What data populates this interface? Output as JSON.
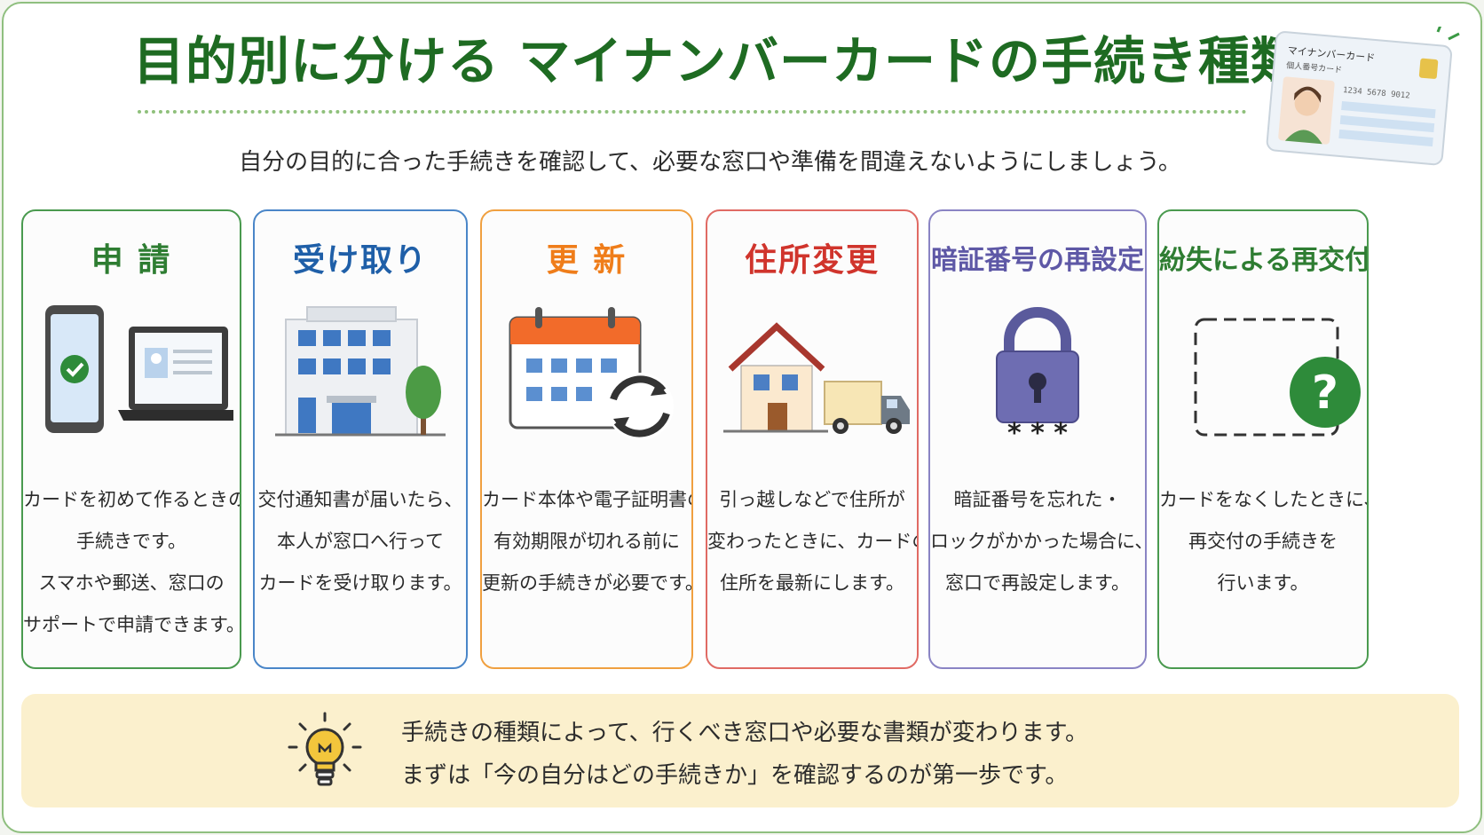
{
  "header": {
    "title": "目的別に分ける マイナンバーカードの手続き種類",
    "subtitle": "自分の目的に合った手続きを確認して、必要な窓口や準備を間違えないようにしましょう。"
  },
  "id_card_illustration": {
    "card_label": "マイナンバーカード",
    "number_label": "個人番号カード",
    "number_text": "1234 5678 9012"
  },
  "cards": [
    {
      "title": "申 請",
      "color": "#2e7d32",
      "icon": "phone-laptop-icon",
      "lines": [
        "カードを初めて作るときの",
        "手続きです。",
        "スマホや郵送、窓口の",
        "サポートで申請できます。"
      ]
    },
    {
      "title": "受け取り",
      "color": "#1f5fa8",
      "icon": "building-icon",
      "lines": [
        "交付通知書が届いたら、",
        "本人が窓口へ行って",
        "カードを受け取ります。"
      ]
    },
    {
      "title": "更 新",
      "color": "#ef7d1a",
      "icon": "calendar-refresh-icon",
      "lines": [
        "カード本体や電子証明書の",
        "有効期限が切れる前に",
        "更新の手続きが必要です。"
      ]
    },
    {
      "title": "住所変更",
      "color": "#d0342c",
      "icon": "house-truck-icon",
      "lines": [
        "引っ越しなどで住所が",
        "変わったときに、カードの",
        "住所を最新にします。"
      ]
    },
    {
      "title": "暗証番号の再設定",
      "color": "#5e58a6",
      "icon": "padlock-icon",
      "lines": [
        "暗証番号を忘れた・",
        "ロックがかかった場合に、",
        "窓口で再設定します。"
      ]
    },
    {
      "title": "紛失による再交付",
      "color": "#2e7d32",
      "icon": "lost-card-icon",
      "lines": [
        "カードをなくしたときに、",
        "再交付の手続きを",
        "行います。"
      ]
    }
  ],
  "tip": {
    "icon": "lightbulb-icon",
    "line1": "手続きの種類によって、行くべき窓口や必要な書類が変わります。",
    "line2": "まずは「今の自分はどの手続きか」を確認するのが第一歩です。"
  },
  "colors": {
    "title_green": "#1e6b22",
    "frame_green": "#8fbf7f",
    "tip_background": "#fbf0cd",
    "accent_gold": "#e8b832"
  }
}
